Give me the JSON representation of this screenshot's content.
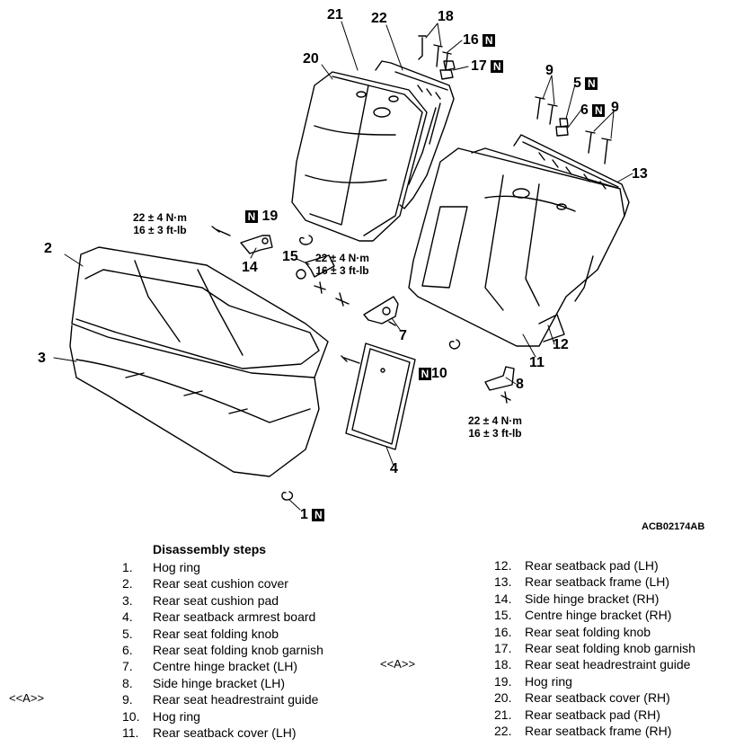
{
  "diagram": {
    "callouts": [
      {
        "id": "c21",
        "text": "21",
        "n": false
      },
      {
        "id": "c22",
        "text": "22",
        "n": false
      },
      {
        "id": "c18",
        "text": "18",
        "n": false
      },
      {
        "id": "c16",
        "text": "16",
        "n": true
      },
      {
        "id": "c17",
        "text": "17",
        "n": true
      },
      {
        "id": "c20",
        "text": "20",
        "n": false
      },
      {
        "id": "c9a",
        "text": "9",
        "n": false
      },
      {
        "id": "c5",
        "text": "5",
        "n": true
      },
      {
        "id": "c6",
        "text": "6",
        "n": true
      },
      {
        "id": "c9b",
        "text": "9",
        "n": false
      },
      {
        "id": "c13",
        "text": "13",
        "n": false
      },
      {
        "id": "c19",
        "text": "19",
        "n": true,
        "n_first": true
      },
      {
        "id": "c14",
        "text": "14",
        "n": false
      },
      {
        "id": "c2",
        "text": "2",
        "n": false
      },
      {
        "id": "c15",
        "text": "15",
        "n": false
      },
      {
        "id": "c7",
        "text": "7",
        "n": false
      },
      {
        "id": "c12",
        "text": "12",
        "n": false
      },
      {
        "id": "c3",
        "text": "3",
        "n": false
      },
      {
        "id": "c10",
        "text": "10",
        "n": true,
        "n_first": true
      },
      {
        "id": "c11",
        "text": "11",
        "n": false
      },
      {
        "id": "c8",
        "text": "8",
        "n": false
      },
      {
        "id": "c4",
        "text": "4",
        "n": false
      },
      {
        "id": "c1",
        "text": "1",
        "n": true
      }
    ],
    "n_mark": "N",
    "torque": {
      "line1": "22 ± 4 N·m",
      "line2": "16 ± 3 ft-lb"
    },
    "code": "ACB02174AB"
  },
  "heading": "Disassembly steps",
  "steps": [
    {
      "num": "1.",
      "label": "Hog ring"
    },
    {
      "num": "2.",
      "label": "Rear seat cushion cover"
    },
    {
      "num": "3.",
      "label": "Rear seat cushion pad"
    },
    {
      "num": "4.",
      "label": "Rear seatback armrest board"
    },
    {
      "num": "5.",
      "label": "Rear seat folding knob"
    },
    {
      "num": "6.",
      "label": "Rear seat folding knob garnish"
    },
    {
      "num": "7.",
      "label": "Centre hinge bracket (LH)"
    },
    {
      "num": "8.",
      "label": "Side hinge bracket (LH)"
    },
    {
      "num": "9.",
      "label": "Rear seat headrestraint guide"
    },
    {
      "num": "10.",
      "label": "Hog ring"
    },
    {
      "num": "11.",
      "label": "Rear seatback cover (LH)"
    },
    {
      "num": "12.",
      "label": "Rear seatback pad (LH)"
    },
    {
      "num": "13.",
      "label": "Rear seatback frame (LH)"
    },
    {
      "num": "14.",
      "label": "Side hinge bracket (RH)"
    },
    {
      "num": "15.",
      "label": "Centre hinge bracket (RH)"
    },
    {
      "num": "16.",
      "label": "Rear seat folding knob"
    },
    {
      "num": "17.",
      "label": "Rear seat folding knob garnish"
    },
    {
      "num": "18.",
      "label": "Rear seat headrestraint guide"
    },
    {
      "num": "19.",
      "label": "Hog ring"
    },
    {
      "num": "20.",
      "label": "Rear seatback cover (RH)"
    },
    {
      "num": "21.",
      "label": "Rear seatback pad (RH)"
    },
    {
      "num": "22.",
      "label": "Rear seatback frame (RH)"
    }
  ],
  "notes": {
    "step9": "<<A>>",
    "step18": "<<A>>"
  }
}
